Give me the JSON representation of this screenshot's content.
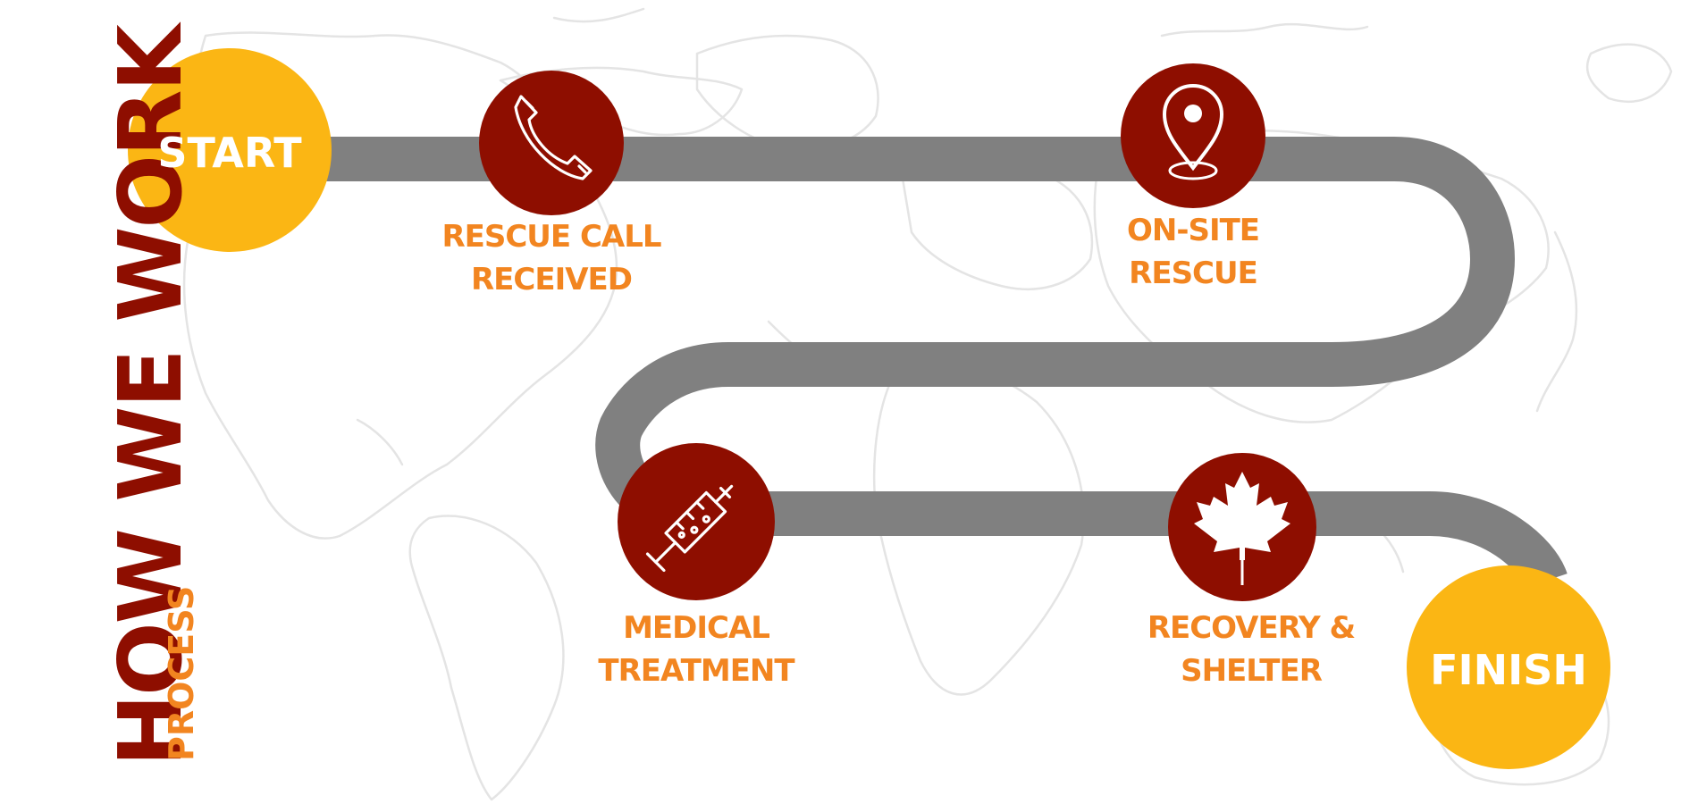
{
  "header": {
    "title": "HOW WE WORK",
    "subtitle": "PROCESS"
  },
  "start": {
    "label": "START"
  },
  "finish": {
    "label": "FINISH"
  },
  "steps": [
    {
      "icon": "phone-icon",
      "line1": "RESCUE CALL",
      "line2": "RECEIVED"
    },
    {
      "icon": "location-pin-icon",
      "line1": "ON-SITE",
      "line2": "RESCUE"
    },
    {
      "icon": "syringe-icon",
      "line1": "MEDICAL",
      "line2": "TREATMENT"
    },
    {
      "icon": "maple-leaf-icon",
      "line1": "RECOVERY &",
      "line2": "SHELTER"
    }
  ],
  "colors": {
    "title": "#8e0e00",
    "step_circle": "#8e0e00",
    "endpoint_circle": "#fbb614",
    "label": "#f28520",
    "road": "#808080",
    "map": "#e4e4e4"
  }
}
